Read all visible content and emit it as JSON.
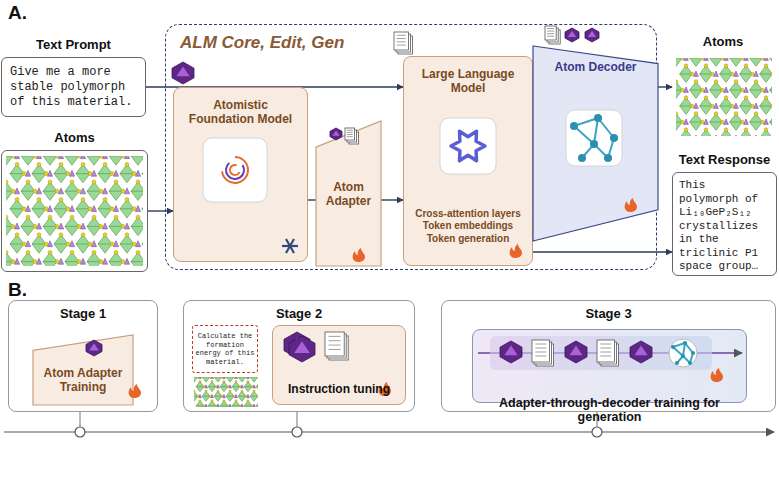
{
  "diagram": {
    "nodes": [
      {
        "text": [
          "Text Prompt",
          "Give me a more stable polymorph of this material."
        ]
      },
      {
        "text": [
          "Atoms"
        ]
      },
      {
        "text": [
          "ALM Core, Edit, Gen"
        ]
      },
      {
        "text": [
          "Atomistic Foundation Model"
        ],
        "in": 2
      },
      {
        "text": [
          "Atom Adapter"
        ],
        "in": 2
      },
      {
        "text": [
          "Large Language Model",
          "Cross-attention layers Token embeddings Token generation"
        ],
        "in": 2
      },
      {
        "text": [
          "Atom Decoder"
        ],
        "in": 2
      },
      {
        "text": [
          "Atoms"
        ]
      },
      {
        "text": [
          "Text Response",
          "This polymorph of Li₁₀GeP₂S₁₂ crystallizes in the triclinic P1 space group…"
        ]
      },
      {
        "text": [
          "Stage 1"
        ]
      },
      {
        "text": [
          "Atom Adapter Training"
        ],
        "in": 9
      },
      {
        "text": [
          "Stage 2"
        ]
      },
      {
        "text": [
          "Calculate the formation energy of this material."
        ],
        "in": 11
      },
      {
        "text": [
          "Instruction tuning"
        ],
        "in": 11
      },
      {
        "text": [
          "Stage 3"
        ]
      },
      {
        "text": [
          "Adapter-through-decoder training for generation"
        ],
        "in": 14
      }
    ],
    "edges": [
      {
        "from": 0,
        "to": 5,
        "arrow": "to"
      },
      {
        "from": 1,
        "to": 3,
        "arrow": "to"
      },
      {
        "from": 3,
        "to": 4,
        "arrow": "none"
      },
      {
        "from": 4,
        "to": 5,
        "arrow": "to"
      },
      {
        "from": 6,
        "to": 7,
        "arrow": "to"
      },
      {
        "from": 5,
        "to": 8,
        "arrow": "to"
      }
    ],
    "labels": [
      "A.",
      "B."
    ]
  }
}
